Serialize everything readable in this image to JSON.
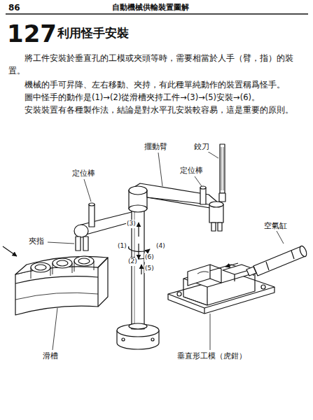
{
  "diagram": {
    "title": "利用怪手安裝",
    "labels": [
      "86",
      "自動機械供輸裝置圖解",
      "127",
      "將工件安裝於垂直孔的工模或夾頭等時，需要相當於人手（臂，指）的裝置。",
      "機械的手可昇降、左右移動、夾持，有此種單純動作的裝置稱爲怪手。",
      "圖中怪手的動作是(1)→(2)從滑槽夾持工件→(3)→(5)安裝→(6)。",
      "安裝裝置有各種製作法，結論是對水平孔安裝較容易，這是重要的原則。",
      "擺動臂",
      "鉸刀",
      "定位棒",
      "定位棒",
      "空氣缸",
      "(3)",
      "(1)",
      "夾指",
      "(2)",
      "(4)",
      "(6)",
      "(5)",
      "滑槽",
      "垂直形工模（虎鉗）"
    ]
  }
}
